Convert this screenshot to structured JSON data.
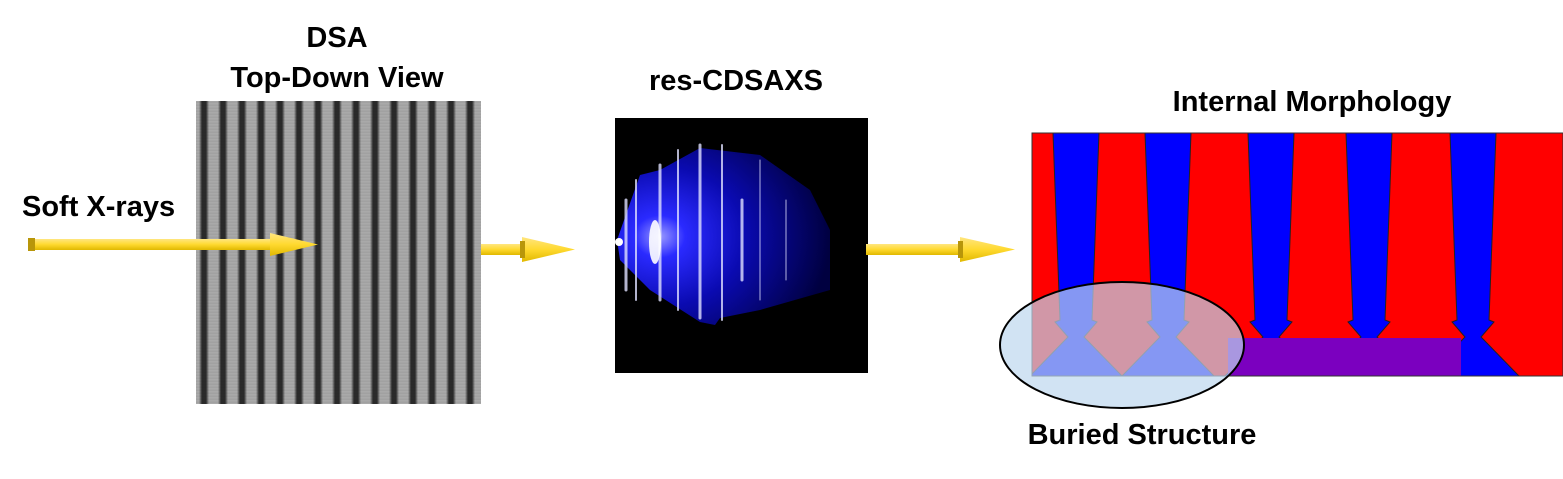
{
  "labels": {
    "dsa_title_line1": "DSA",
    "dsa_title_line2": "Top-Down View",
    "soft_xrays": "Soft X-rays",
    "saxs_title": "res-CDSAXS",
    "morphology_title": "Internal Morphology",
    "buried_structure": "Buried Structure"
  },
  "colors": {
    "arrow": "#FFD92F",
    "red_domain": "#FF0000",
    "blue_domain": "#0000FF",
    "purple_layer": "#7B00BF",
    "ellipse_fill": "#BDD7EE"
  }
}
